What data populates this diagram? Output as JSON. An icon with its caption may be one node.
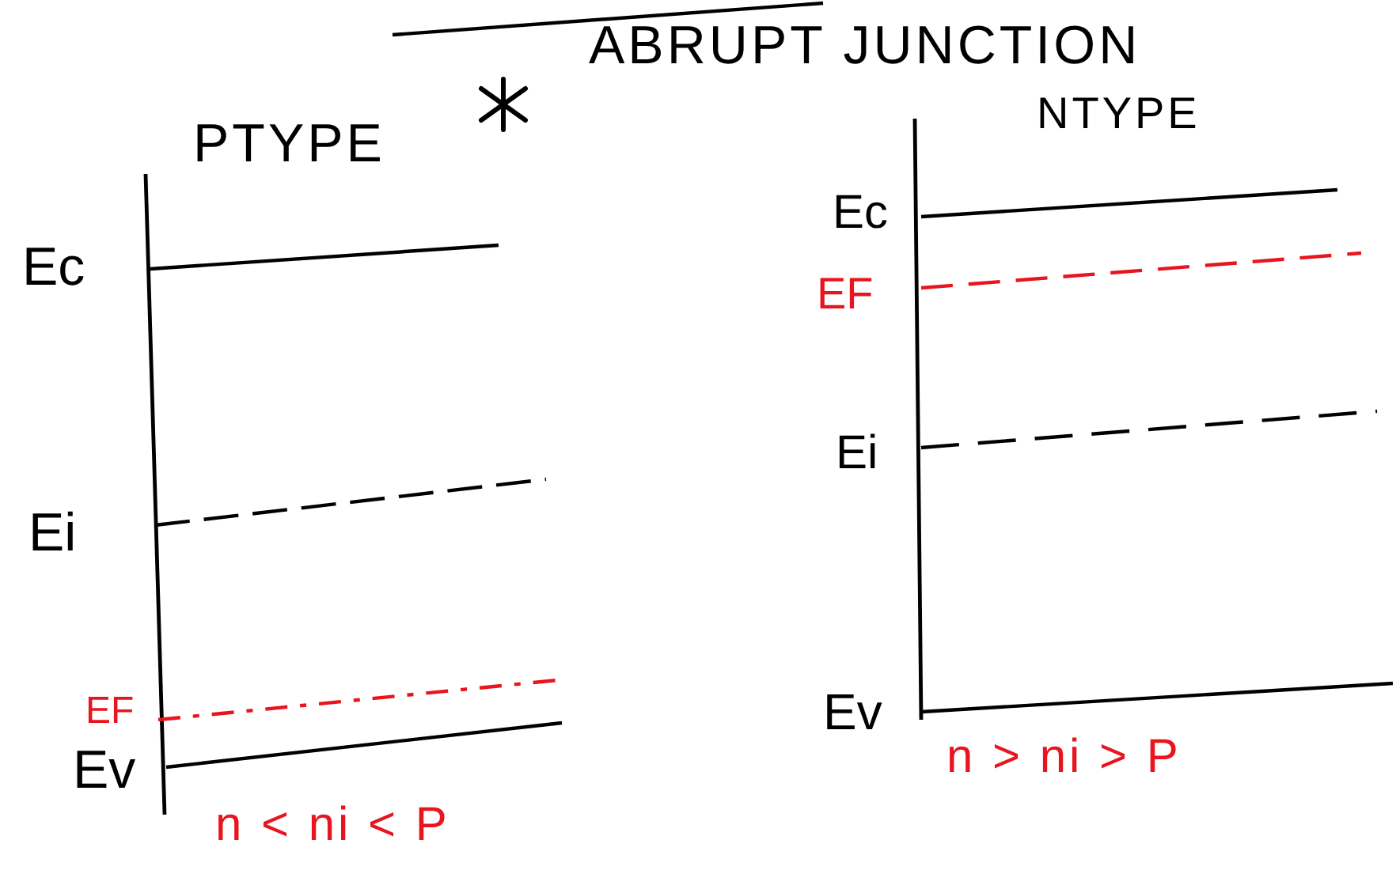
{
  "diagram": {
    "title": "ABRUPT JUNCTION",
    "labels": [
      "PTYPE",
      "NTYPE",
      "Ec",
      "Ec",
      "EF",
      "Ei",
      "Ei",
      "EF",
      "Ev",
      "Ev",
      "n < ni < P",
      "n > ni > P"
    ]
  }
}
